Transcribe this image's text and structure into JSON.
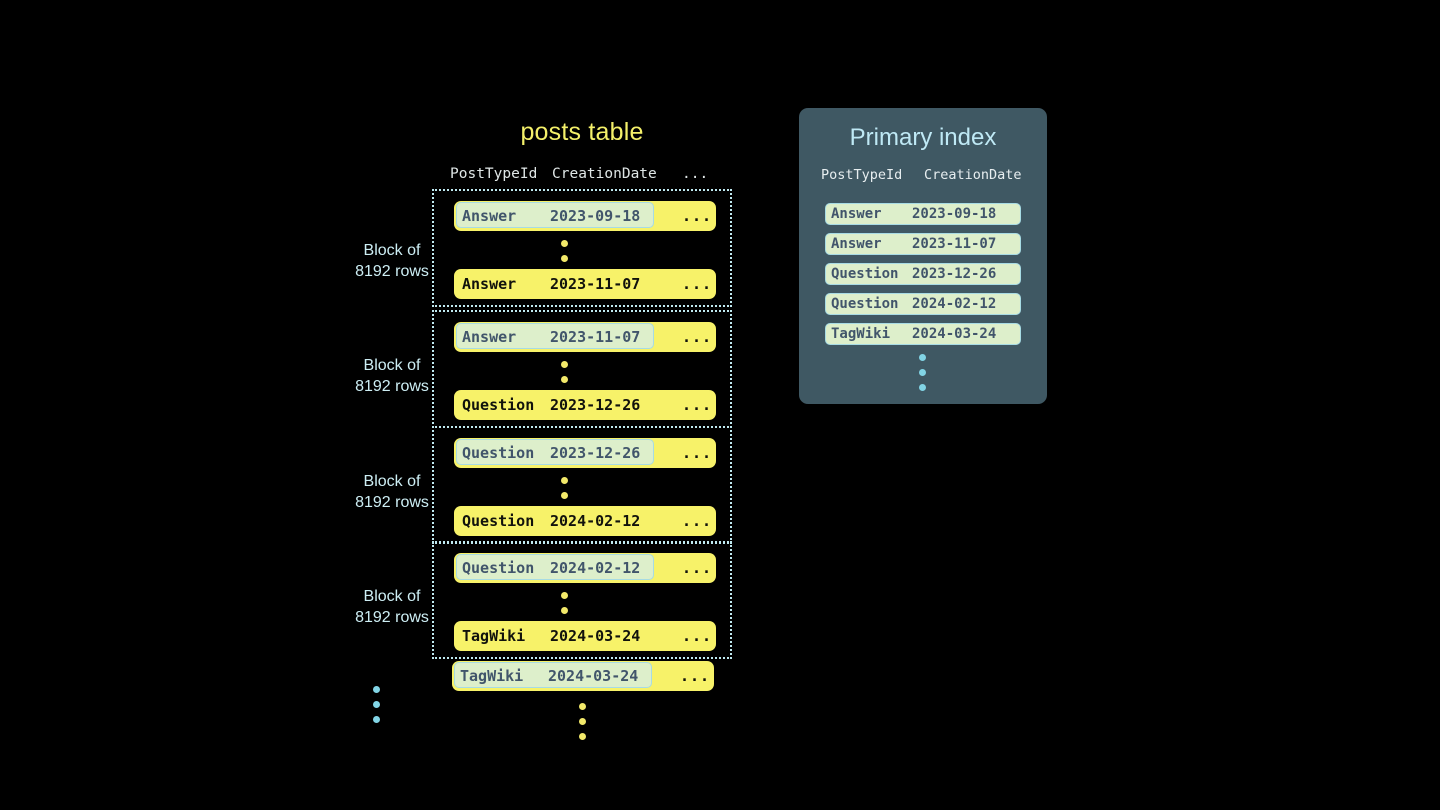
{
  "background_color": "#000000",
  "colors": {
    "row_yellow": "#f7f269",
    "highlight_green": "#ddefcb",
    "highlight_border": "#a7dbe4",
    "block_border": "#bfe9f0",
    "label_cyan": "#cdeef4",
    "title_yellow": "#f4f06a",
    "index_card_bg": "#3f5863",
    "index_title": "#bfe9f5",
    "dots_yellow": "#f2e96a",
    "dots_cyan": "#82d5e6"
  },
  "posts_table": {
    "title": "posts table",
    "columns": [
      "PostTypeId",
      "CreationDate",
      "..."
    ],
    "ellipsis_cell": "...",
    "blocks": [
      {
        "label_line1": "Block of",
        "label_line2": "8192 rows",
        "first_row": {
          "post_type_id": "Answer",
          "creation_date": "2023-09-18",
          "more": "...",
          "highlighted": true
        },
        "last_row": {
          "post_type_id": "Answer",
          "creation_date": "2023-11-07",
          "more": "...",
          "highlighted": false
        }
      },
      {
        "label_line1": "Block of",
        "label_line2": "8192 rows",
        "first_row": {
          "post_type_id": "Answer",
          "creation_date": "2023-11-07",
          "more": "...",
          "highlighted": true
        },
        "last_row": {
          "post_type_id": "Question",
          "creation_date": "2023-12-26",
          "more": "...",
          "highlighted": false
        }
      },
      {
        "label_line1": "Block of",
        "label_line2": "8192 rows",
        "first_row": {
          "post_type_id": "Question",
          "creation_date": "2023-12-26",
          "more": "...",
          "highlighted": true
        },
        "last_row": {
          "post_type_id": "Question",
          "creation_date": "2024-02-12",
          "more": "...",
          "highlighted": false
        }
      },
      {
        "label_line1": "Block of",
        "label_line2": "8192 rows",
        "first_row": {
          "post_type_id": "Question",
          "creation_date": "2024-02-12",
          "more": "...",
          "highlighted": true
        },
        "last_row": {
          "post_type_id": "TagWiki",
          "creation_date": "2024-03-24",
          "more": "...",
          "highlighted": false
        }
      }
    ],
    "trailing_row": {
      "post_type_id": "TagWiki",
      "creation_date": "2024-03-24",
      "more": "...",
      "highlighted": true
    }
  },
  "primary_index": {
    "title": "Primary index",
    "columns": [
      "PostTypeId",
      "CreationDate"
    ],
    "rows": [
      {
        "post_type_id": "Answer",
        "creation_date": "2023-09-18"
      },
      {
        "post_type_id": "Answer",
        "creation_date": "2023-11-07"
      },
      {
        "post_type_id": "Question",
        "creation_date": "2023-12-26"
      },
      {
        "post_type_id": "Question",
        "creation_date": "2024-02-12"
      },
      {
        "post_type_id": "TagWiki",
        "creation_date": "2024-03-24"
      }
    ]
  }
}
